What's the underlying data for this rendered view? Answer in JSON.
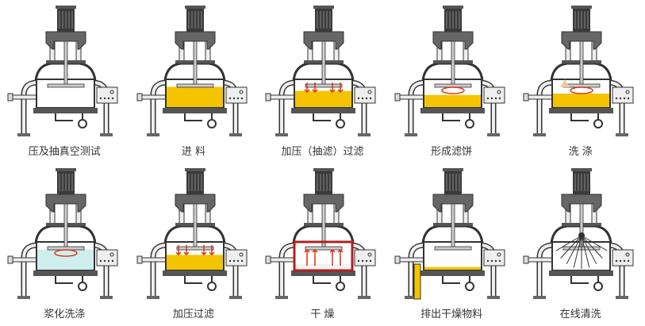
{
  "title": "Filter dryer process steps",
  "steps": [
    {
      "label": "压及抽真空测试",
      "fill_color": "#ffffff",
      "fill": 0,
      "marks": "none"
    },
    {
      "label": "进 料",
      "fill_color": "#f5c400",
      "fill": 0.75,
      "marks": "none"
    },
    {
      "label": "加压（抽滤）过滤",
      "fill_color": "#f5c400",
      "fill": 0.6,
      "marks": "down"
    },
    {
      "label": "形成滤饼",
      "fill_color": "#f5c400",
      "fill": 0.45,
      "marks": "rotate"
    },
    {
      "label": "洗 涤",
      "fill_color": "#f5c400",
      "fill": 0.5,
      "marks": "wash"
    },
    {
      "label": "浆化洗涤",
      "fill_color": "#cfeeee",
      "fill": 0.75,
      "marks": "rotate"
    },
    {
      "label": "加压过滤",
      "fill_color": "#f5c400",
      "fill": 0.55,
      "marks": "down"
    },
    {
      "label": "干 燥",
      "fill_color": "#f2f2f2",
      "fill": 0.2,
      "marks": "up"
    },
    {
      "label": "排出干燥物料",
      "fill_color": "#f5c400",
      "fill": 0.1,
      "marks": "discharge"
    },
    {
      "label": "在线清洗",
      "fill_color": "#ffffff",
      "fill": 0,
      "marks": "spray"
    }
  ]
}
